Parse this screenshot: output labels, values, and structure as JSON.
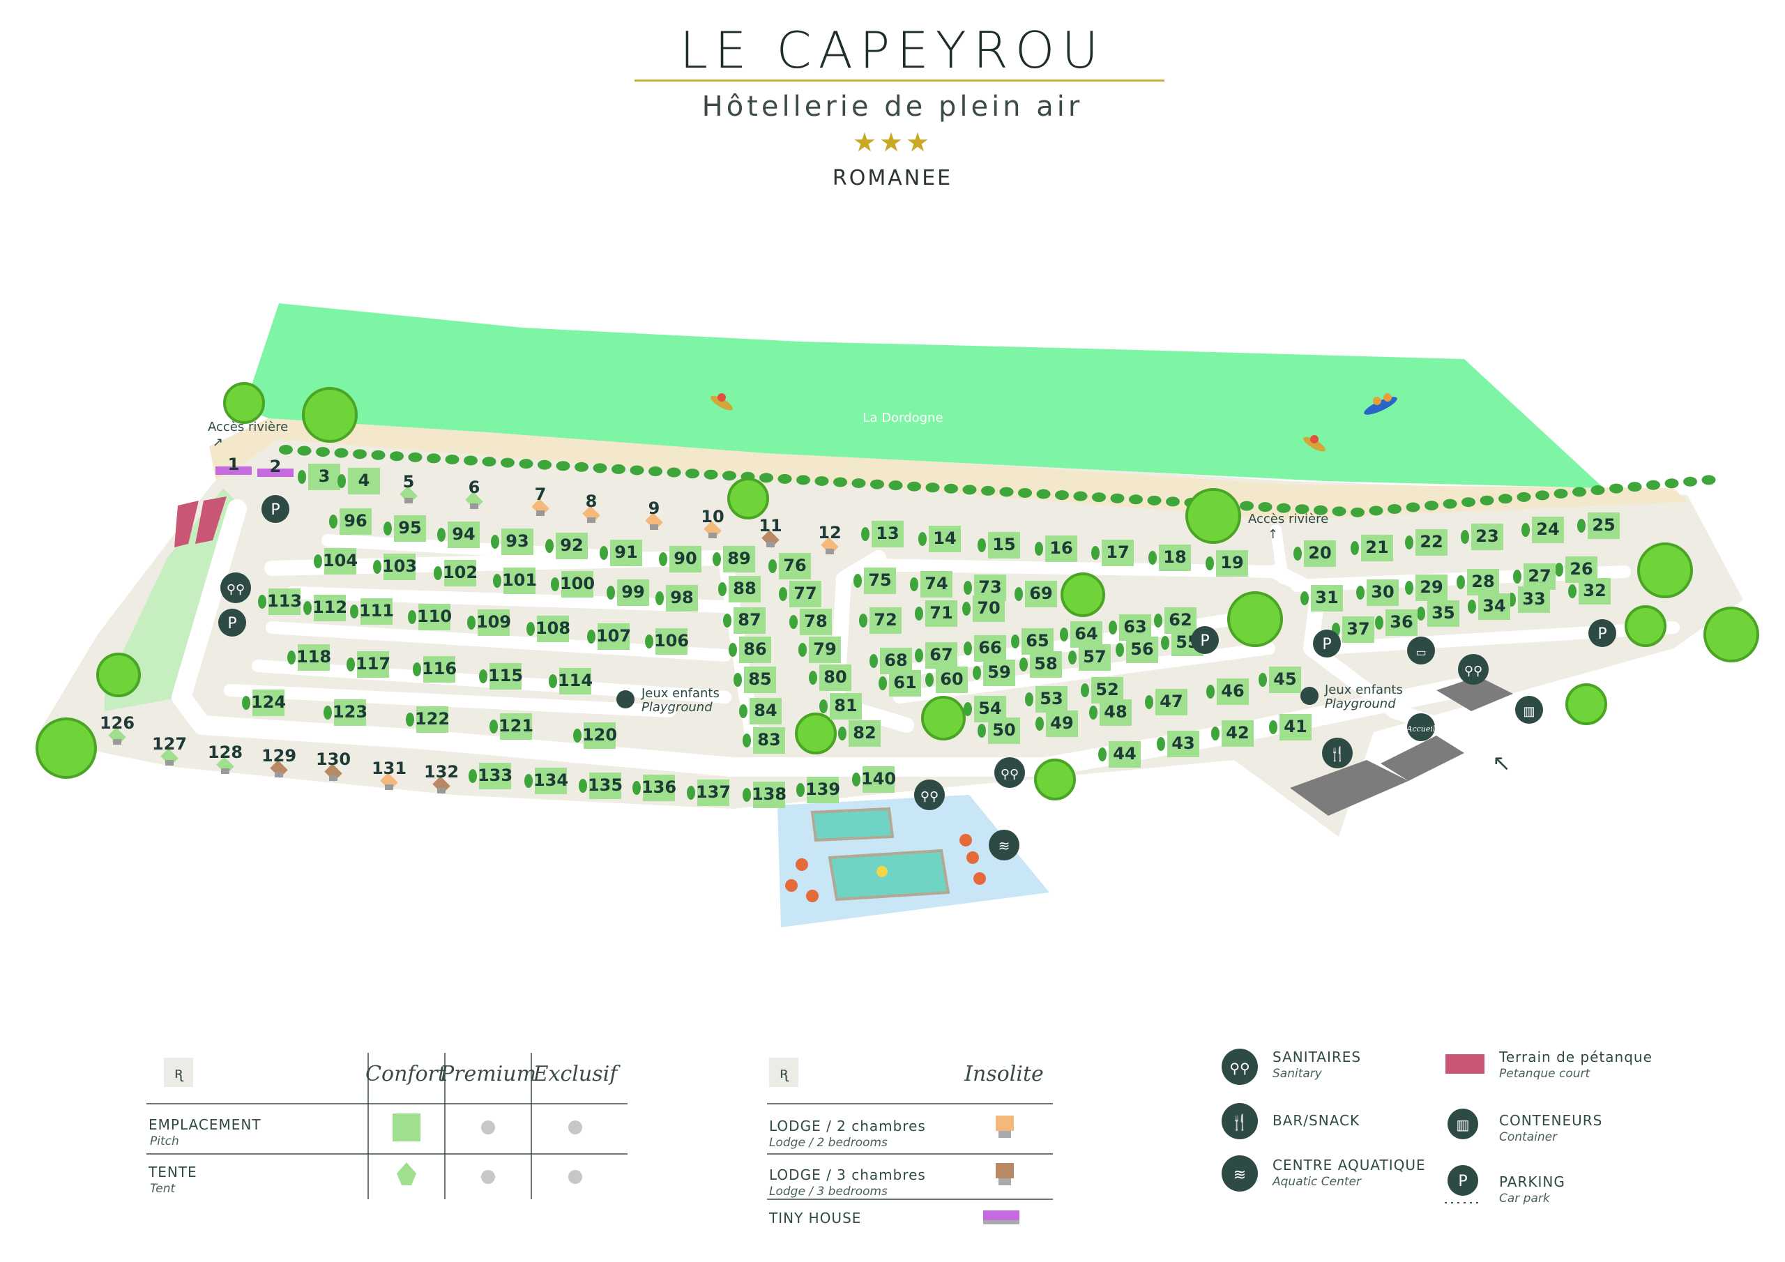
{
  "header": {
    "title": "LE CAPEYROU",
    "subtitle": "Hôtellerie de plein air",
    "stars": "★★★",
    "brand": "ROMANEE"
  },
  "map": {
    "river_name": "La Dordogne",
    "river_access_1": "Accès rivière",
    "river_access_2": "Accès rivière",
    "playground_1_fr": "Jeux enfants",
    "playground_1_en": "Playground",
    "playground_2_fr": "Jeux enfants",
    "playground_2_en": "Playground",
    "accueil_label": "Accueil"
  },
  "legend_accommodation": {
    "col_confort": "Confort",
    "col_premium": "Premium",
    "col_exclusif": "Exclusif",
    "rows": [
      {
        "fr": "EMPLACEMENT",
        "en": "Pitch"
      },
      {
        "fr": "TENTE",
        "en": "Tent"
      }
    ]
  },
  "legend_insolite": {
    "col_insolite": "Insolite",
    "rows": [
      {
        "fr": "LODGE / 2 chambres",
        "en": "Lodge / 2 bedrooms"
      },
      {
        "fr": "LODGE / 3 chambres",
        "en": "Lodge / 3 bedrooms"
      },
      {
        "fr": "TINY HOUSE",
        "en": ""
      }
    ]
  },
  "legend_services": [
    {
      "fr": "SANITAIRES",
      "en": "Sanitary",
      "icon": "toilets-icon"
    },
    {
      "fr": "BAR/SNACK",
      "en": "",
      "icon": "cutlery-icon"
    },
    {
      "fr": "CENTRE AQUATIQUE",
      "en": "Aquatic Center",
      "icon": "waves-icon"
    },
    {
      "fr": "Terrain de pétanque",
      "en": "Petanque court",
      "icon": "petanque-swatch"
    },
    {
      "fr": "CONTENEURS",
      "en": "Container",
      "icon": "trash-icon"
    },
    {
      "fr": "PARKING",
      "en": "Car park",
      "icon": "parking-icon"
    }
  ],
  "colors": {
    "river": "#7df5a4",
    "pitch": "#9fe08f",
    "hedge": "#3da53a",
    "road": "#ffffff",
    "ground": "#efece3",
    "sand": "#f2e8cc",
    "pool": "#c9e6f7",
    "icon_dark": "#2e4a45",
    "petanque": "#c85674",
    "tiny_house": "#c66ae0",
    "lodge2": "#f4b87a",
    "lodge3": "#b98865",
    "gold": "#c9a824"
  },
  "pitches": [
    {
      "n": "1"
    },
    {
      "n": "2"
    },
    {
      "n": "3"
    },
    {
      "n": "4"
    },
    {
      "n": "5"
    },
    {
      "n": "6"
    },
    {
      "n": "7"
    },
    {
      "n": "8"
    },
    {
      "n": "9"
    },
    {
      "n": "10"
    },
    {
      "n": "11"
    },
    {
      "n": "12"
    },
    {
      "n": "13"
    },
    {
      "n": "14"
    },
    {
      "n": "15"
    },
    {
      "n": "16"
    },
    {
      "n": "17"
    },
    {
      "n": "18"
    },
    {
      "n": "19"
    },
    {
      "n": "20"
    },
    {
      "n": "21"
    },
    {
      "n": "22"
    },
    {
      "n": "23"
    },
    {
      "n": "24"
    },
    {
      "n": "25"
    },
    {
      "n": "26"
    },
    {
      "n": "27"
    },
    {
      "n": "28"
    },
    {
      "n": "29"
    },
    {
      "n": "30"
    },
    {
      "n": "31"
    },
    {
      "n": "32"
    },
    {
      "n": "33"
    },
    {
      "n": "34"
    },
    {
      "n": "35"
    },
    {
      "n": "36"
    },
    {
      "n": "37"
    },
    {
      "n": "41"
    },
    {
      "n": "42"
    },
    {
      "n": "43"
    },
    {
      "n": "44"
    },
    {
      "n": "45"
    },
    {
      "n": "46"
    },
    {
      "n": "47"
    },
    {
      "n": "48"
    },
    {
      "n": "49"
    },
    {
      "n": "50"
    },
    {
      "n": "52"
    },
    {
      "n": "53"
    },
    {
      "n": "54"
    },
    {
      "n": "55"
    },
    {
      "n": "56"
    },
    {
      "n": "57"
    },
    {
      "n": "58"
    },
    {
      "n": "59"
    },
    {
      "n": "60"
    },
    {
      "n": "61"
    },
    {
      "n": "62"
    },
    {
      "n": "63"
    },
    {
      "n": "64"
    },
    {
      "n": "65"
    },
    {
      "n": "66"
    },
    {
      "n": "67"
    },
    {
      "n": "68"
    },
    {
      "n": "69"
    },
    {
      "n": "70"
    },
    {
      "n": "71"
    },
    {
      "n": "72"
    },
    {
      "n": "73"
    },
    {
      "n": "74"
    },
    {
      "n": "75"
    },
    {
      "n": "76"
    },
    {
      "n": "77"
    },
    {
      "n": "78"
    },
    {
      "n": "79"
    },
    {
      "n": "80"
    },
    {
      "n": "81"
    },
    {
      "n": "82"
    },
    {
      "n": "83"
    },
    {
      "n": "84"
    },
    {
      "n": "85"
    },
    {
      "n": "86"
    },
    {
      "n": "87"
    },
    {
      "n": "88"
    },
    {
      "n": "89"
    },
    {
      "n": "90"
    },
    {
      "n": "91"
    },
    {
      "n": "92"
    },
    {
      "n": "93"
    },
    {
      "n": "94"
    },
    {
      "n": "95"
    },
    {
      "n": "96"
    },
    {
      "n": "98"
    },
    {
      "n": "99"
    },
    {
      "n": "100"
    },
    {
      "n": "101"
    },
    {
      "n": "102"
    },
    {
      "n": "103"
    },
    {
      "n": "104"
    },
    {
      "n": "106"
    },
    {
      "n": "107"
    },
    {
      "n": "108"
    },
    {
      "n": "109"
    },
    {
      "n": "110"
    },
    {
      "n": "111"
    },
    {
      "n": "112"
    },
    {
      "n": "113"
    },
    {
      "n": "114"
    },
    {
      "n": "115"
    },
    {
      "n": "116"
    },
    {
      "n": "117"
    },
    {
      "n": "118"
    },
    {
      "n": "120"
    },
    {
      "n": "121"
    },
    {
      "n": "122"
    },
    {
      "n": "123"
    },
    {
      "n": "124"
    },
    {
      "n": "126"
    },
    {
      "n": "127"
    },
    {
      "n": "128"
    },
    {
      "n": "129"
    },
    {
      "n": "130"
    },
    {
      "n": "131"
    },
    {
      "n": "132"
    },
    {
      "n": "133"
    },
    {
      "n": "134"
    },
    {
      "n": "135"
    },
    {
      "n": "136"
    },
    {
      "n": "137"
    },
    {
      "n": "138"
    },
    {
      "n": "139"
    },
    {
      "n": "140"
    }
  ]
}
